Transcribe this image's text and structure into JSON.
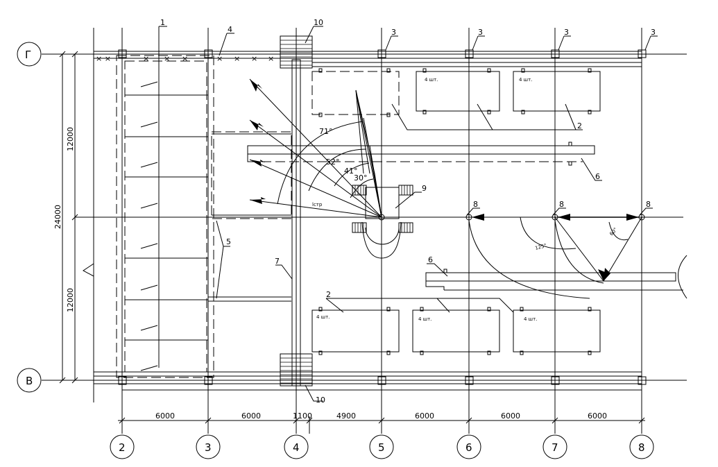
{
  "drawing": {
    "row_axes": [
      "Г",
      "В"
    ],
    "col_axes": [
      "2",
      "3",
      "4",
      "5",
      "6",
      "7",
      "8"
    ],
    "dimensions": {
      "bottom": [
        "6000",
        "6000",
        "1100",
        "4900",
        "6000",
        "6000",
        "6000"
      ],
      "left_total": "24000",
      "left_top": "12000",
      "left_bottom": "12000"
    },
    "callouts": {
      "c1": "1",
      "c2": "2",
      "c3": "3",
      "c4": "4",
      "c5": "5",
      "c6": "6",
      "c7": "7",
      "c8": "8",
      "c9": "9",
      "c10": "10"
    },
    "pieces": "4 шт.",
    "angles": [
      "71°",
      "52°",
      "41°",
      "30°",
      "125°",
      "60°"
    ],
    "radius_label": "lстр"
  }
}
